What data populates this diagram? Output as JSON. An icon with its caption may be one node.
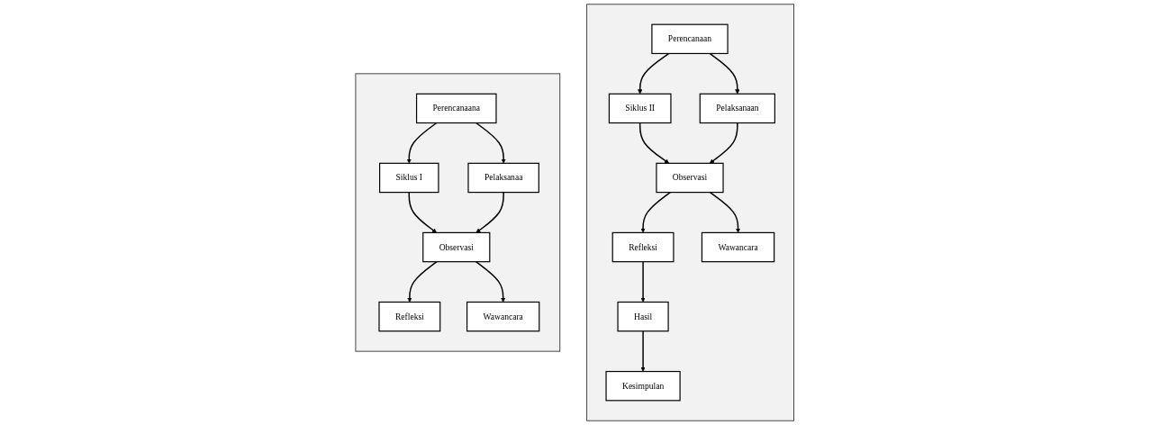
{
  "diagram": {
    "nodes": [
      {
        "text": [],
        "shape": "box"
      },
      {
        "text": [
          "Perencanaana"
        ],
        "in": 0
      },
      {
        "text": [
          "Siklus I"
        ],
        "in": 0
      },
      {
        "text": [
          "Pelaksanaa"
        ],
        "in": 0
      },
      {
        "text": [
          "Refleksi"
        ],
        "in": 0
      },
      {
        "text": [
          "Observasi"
        ],
        "in": 0
      },
      {
        "text": [
          "Wawancara"
        ],
        "in": 0
      },
      {
        "text": [],
        "shape": "box"
      },
      {
        "text": [
          "Perencanaan"
        ],
        "in": 7
      },
      {
        "text": [
          "Refleksi"
        ],
        "in": 7
      },
      {
        "text": [
          "Siklus II"
        ],
        "in": 7
      },
      {
        "text": [
          "Pelaksanaan"
        ],
        "in": 7
      },
      {
        "text": [
          "Observasi"
        ],
        "in": 7
      },
      {
        "text": [
          "Wawancara"
        ],
        "in": 7
      },
      {
        "text": [
          "Hasil"
        ],
        "in": 7
      },
      {
        "text": [
          "Kesimpulan"
        ],
        "in": 7
      }
    ],
    "edges": [
      {
        "from": 1,
        "to": 2,
        "arrow": "to"
      },
      {
        "from": 1,
        "to": 3,
        "arrow": "to"
      },
      {
        "from": 2,
        "to": 5,
        "arrow": "to"
      },
      {
        "from": 3,
        "to": 5,
        "arrow": "to"
      },
      {
        "from": 5,
        "to": 4,
        "arrow": "to"
      },
      {
        "from": 5,
        "to": 6,
        "arrow": "to"
      },
      {
        "from": 8,
        "to": 10,
        "arrow": "to"
      },
      {
        "from": 8,
        "to": 11,
        "arrow": "to"
      },
      {
        "from": 10,
        "to": 12,
        "arrow": "to"
      },
      {
        "from": 11,
        "to": 12,
        "arrow": "to"
      },
      {
        "from": 12,
        "to": 9,
        "arrow": "to"
      },
      {
        "from": 12,
        "to": 13,
        "arrow": "to"
      },
      {
        "from": 9,
        "to": 14,
        "arrow": "to"
      },
      {
        "from": 14,
        "to": 15,
        "arrow": "to"
      }
    ]
  }
}
